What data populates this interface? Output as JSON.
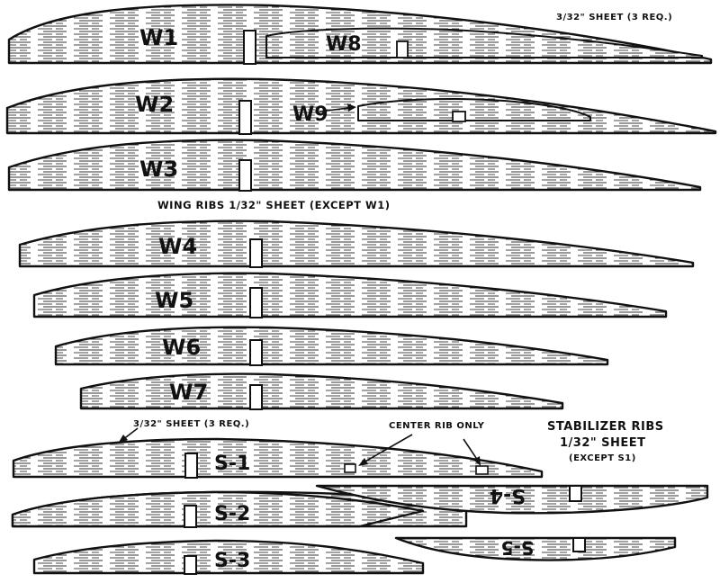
{
  "notes": {
    "top_right": "3/32\" SHEET (3 REQ.)",
    "wing_ribs": "WING RIBS 1/32\" SHEET (EXCEPT W1)",
    "stab_left": "3/32\" SHEET (3 REQ.)",
    "center_rib": "CENTER RIB ONLY",
    "stab_title_1": "STABILIZER RIBS",
    "stab_title_2": "1/32\" SHEET",
    "stab_title_3": "(EXCEPT S1)"
  },
  "ribs": {
    "w1": "W1",
    "w2": "W2",
    "w3": "W3",
    "w4": "W4",
    "w5": "W5",
    "w6": "W6",
    "w7": "W7",
    "w8": "W8",
    "w9": "W9",
    "s1": "S-1",
    "s2": "S-2",
    "s3": "S-3",
    "s4": "S-4",
    "s5": "S-5"
  }
}
